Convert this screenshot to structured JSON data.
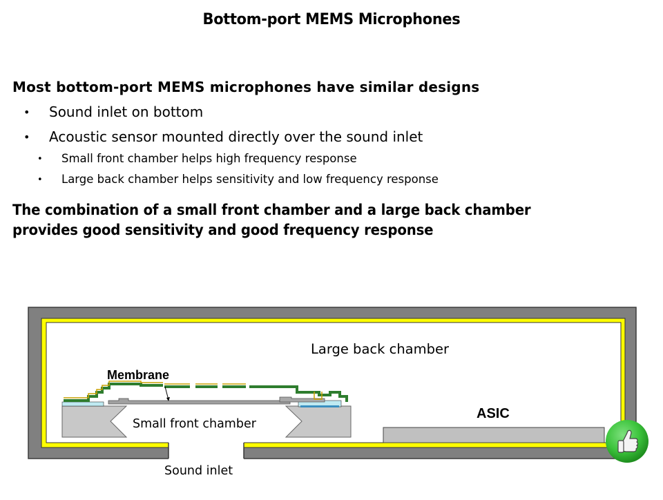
{
  "slide": {
    "title": "Bottom-port MEMS Microphones",
    "intro_heading": "Most bottom-port MEMS microphones have similar designs",
    "bullets": [
      {
        "text": "Sound inlet on bottom",
        "sub": []
      },
      {
        "text": "Acoustic sensor mounted directly over the sound inlet",
        "sub": [
          "Small front chamber helps high frequency response",
          "Large back chamber helps sensitivity and low frequency response"
        ]
      }
    ],
    "summary_line1": "The combination of a small front chamber and a large back chamber",
    "summary_line2": "provides good sensitivity and good frequency response",
    "bullet_glyph": "•"
  },
  "diagram": {
    "labels": {
      "back_chamber": "Large back chamber",
      "membrane": "Membrane",
      "front_chamber": "Small front chamber",
      "asic": "ASIC",
      "sound_inlet": "Sound inlet"
    },
    "colors": {
      "housing": "#808080",
      "housing_edge": "#3c3c3c",
      "liner": "#ffff00",
      "substrate": "#c8c8c8",
      "membrane_layer": "#a0a0a0",
      "backplate_green": "#2e7d2e",
      "backplate_gold": "#c8a000",
      "oxide_blue": "#bfeaf2",
      "electrode_blue": "#3a8fc0",
      "asic_fill": "#c0c0c0",
      "badge_green": "#3cc43c"
    },
    "badge_icon": "thumbs-up-icon"
  }
}
